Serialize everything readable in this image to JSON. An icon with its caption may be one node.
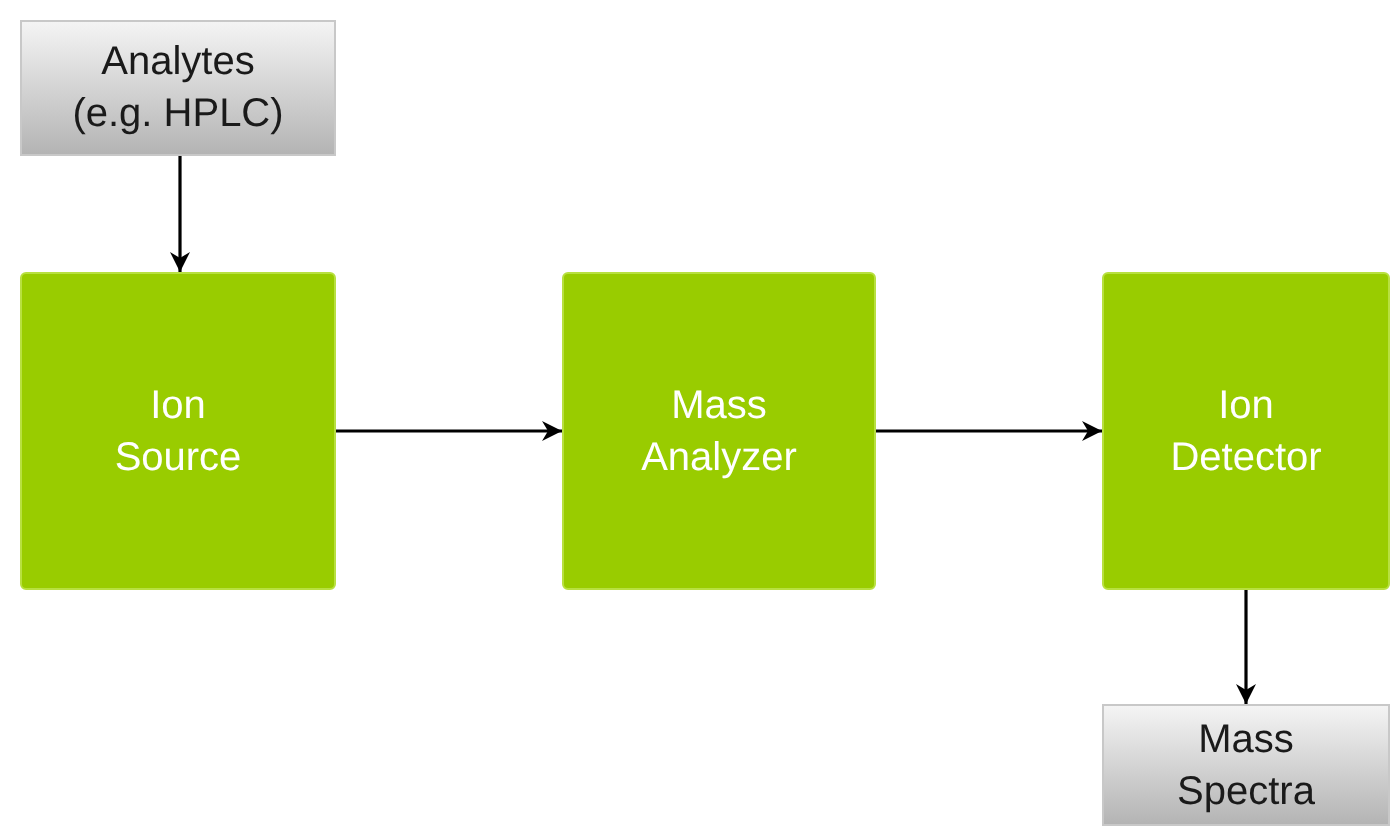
{
  "diagram": {
    "nodes": [
      {
        "text": [
          "Analytes (e.g. HPLC)"
        ]
      },
      {
        "text": [
          "Ion Source"
        ]
      },
      {
        "text": [
          "Mass Analyzer"
        ]
      },
      {
        "text": [
          "Ion Detector"
        ]
      },
      {
        "text": [
          "Mass Spectra"
        ]
      }
    ],
    "edges": [
      {
        "from": 0,
        "to": 1,
        "arrow": "to"
      },
      {
        "from": 1,
        "to": 2,
        "arrow": "to"
      },
      {
        "from": 2,
        "to": 3,
        "arrow": "to"
      },
      {
        "from": 3,
        "to": 4,
        "arrow": "to"
      }
    ]
  }
}
